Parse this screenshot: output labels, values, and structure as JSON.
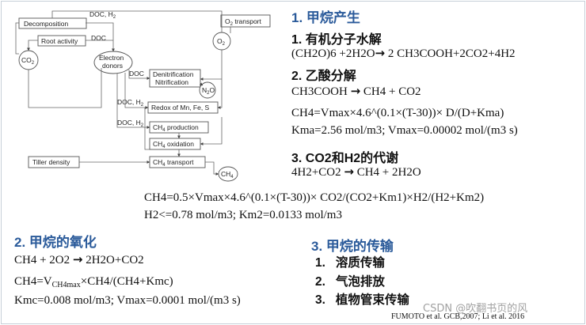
{
  "diagram": {
    "decomposition": "Decomposition",
    "doc_h2_top": "DOC, H",
    "doc_h2_top_sub": "2",
    "root_activity": "Root activity",
    "doc_root": "DOC",
    "o2_transport": "O",
    "o2_transport_sub": "2",
    "o2_transport_rest": " transport",
    "o2_circle": "O",
    "o2_circle_sub": "2",
    "co2_circle": "CO",
    "co2_circle_sub": "2",
    "electron": "Electron",
    "donors": "donors",
    "denitrification": "Denitrification",
    "nitrification": "Nitrification",
    "doc_denit": "DOC",
    "n2o": "N",
    "n2o_sub": "2",
    "n2o_rest": "O",
    "doc_h2_redox": "DOC, H",
    "doc_h2_redox_sub": "2",
    "redox": "Redox of Mn, Fe, S",
    "doc_h2_ch4": "DOC, H",
    "doc_h2_ch4_sub": "2",
    "ch4_production": "CH",
    "ch4_production_sub": "4",
    "ch4_production_rest": " production",
    "ch4_oxidation": "CH",
    "ch4_oxidation_sub": "4",
    "ch4_oxidation_rest": " oxidation",
    "tiller_density": "Tiller density",
    "ch4_transport": "CH",
    "ch4_transport_sub": "4",
    "ch4_transport_rest": " transport",
    "ch4_circle": "CH",
    "ch4_circle_sub": "4"
  },
  "section1": {
    "title": "1. 甲烷产生",
    "sub1_title": "1. 有机分子水解",
    "sub1_eq_left": "(CH2O)6 +2H2O",
    "sub1_eq_right": " 2 CH3COOH+2CO2+4H2",
    "sub2_title": "2. 乙酸分解",
    "sub2_eq_left": "CH3COOH ",
    "sub2_eq_right": " CH4 + CO2",
    "sub2_formula": "CH4=Vmax×4.6^(0.1×(T-30))× D/(D+Kma)",
    "sub2_params": "Kma=2.56 mol/m3;  Vmax=0.00002 mol/(m3  s)",
    "sub3_title": "3. CO2和H2的代谢",
    "sub3_eq_left": "4H2+CO2 ",
    "sub3_eq_right": " CH4 + 2H2O",
    "sub3_formula": "CH4=0.5×Vmax×4.6^(0.1×(T-30))× CO2/(CO2+Km1)×H2/(H2+Km2)",
    "sub3_params": "H2<=0.78 mol/m3;  Km2=0.0133 mol/m3"
  },
  "section2": {
    "title": "2. 甲烷的氧化",
    "eq_left": "CH4 + 2O2 ",
    "eq_right": " 2H2O+CO2",
    "formula_a": "CH4=V",
    "formula_sub": "CH4max",
    "formula_b": "×CH4/(CH4+Kmc)",
    "params": "Kmc=0.008 mol/m3;  Vmax=0.0001 mol/(m3  s)"
  },
  "section3": {
    "title": "3. 甲烷的传输",
    "items": [
      {
        "num": "1.",
        "label": "溶质传输"
      },
      {
        "num": "2.",
        "label": "气泡排放"
      },
      {
        "num": "3.",
        "label": "植物管束传输"
      }
    ]
  },
  "citation": "FUMOTO  et al. GCB,2007;  Li et al. 2016",
  "watermark": "CSDN @吹翻书页的风",
  "arrow_symbol": "→",
  "colors": {
    "heading_blue": "#2a5a9a"
  }
}
